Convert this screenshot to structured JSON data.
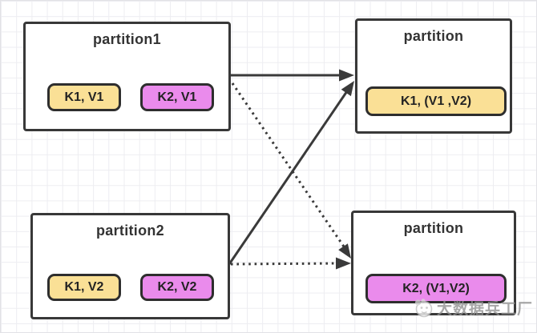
{
  "diagram": {
    "type": "shuffle-merge-partition-diagram",
    "boxes": {
      "partition1": {
        "title": "partition1",
        "items": [
          {
            "label": "K1, V1",
            "color": "yellow"
          },
          {
            "label": "K2, V1",
            "color": "magenta"
          }
        ]
      },
      "partition2": {
        "title": "partition2",
        "items": [
          {
            "label": "K1, V2",
            "color": "yellow"
          },
          {
            "label": "K2, V2",
            "color": "magenta"
          }
        ]
      },
      "merged_k1": {
        "title": "partition",
        "items": [
          {
            "label": "K1, (V1 ,V2)",
            "color": "yellow"
          }
        ]
      },
      "merged_k2": {
        "title": "partition",
        "items": [
          {
            "label": "K2, (V1,V2)",
            "color": "magenta"
          }
        ]
      }
    },
    "arrows": [
      {
        "from": "partition1",
        "to": "merged_k1",
        "style": "solid"
      },
      {
        "from": "partition2",
        "to": "merged_k1",
        "style": "solid"
      },
      {
        "from": "partition1",
        "to": "merged_k2",
        "style": "dotted"
      },
      {
        "from": "partition2",
        "to": "merged_k2",
        "style": "dotted"
      }
    ],
    "colors": {
      "pill_yellow": "#fae096",
      "pill_magenta": "#ea8bec",
      "shape_border": "#383838",
      "arrow": "#3a3a3a",
      "grid_line": "#ededf1",
      "watermark_gray": "#8f8f8f"
    },
    "watermark": {
      "text": "大数据兵工厂"
    }
  }
}
